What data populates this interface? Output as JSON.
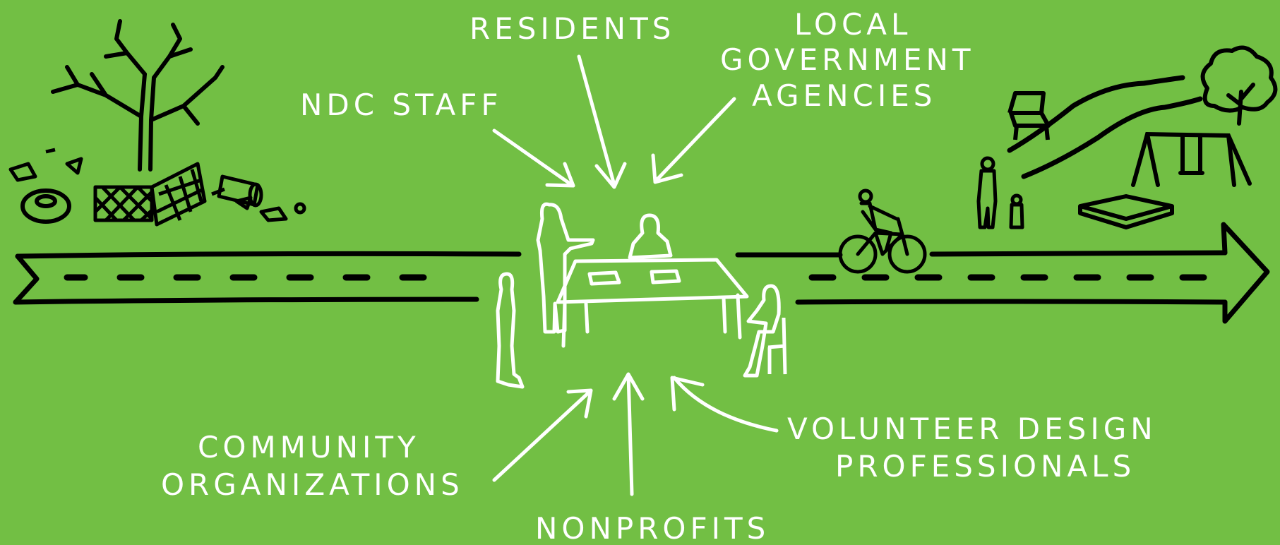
{
  "colors": {
    "background": "#72bf44",
    "ink": "#000000",
    "chalk": "#ffffff"
  },
  "labels": {
    "residents": "RESIDENTS",
    "local_government": [
      "LOCAL",
      "GOVERNMENT",
      "AGENCIES"
    ],
    "ndc_staff": "NDC STAFF",
    "community_organizations": [
      "COMMUNITY",
      "ORGANIZATIONS"
    ],
    "nonprofits": "NONPROFITS",
    "volunteer_design": [
      "VOLUNTEER DESIGN",
      "PROFESSIONALS"
    ]
  },
  "icons": {
    "left_scene": [
      "bare-tree-icon",
      "trash-icon",
      "broken-fence-icon",
      "tire-icon"
    ],
    "center_scene": [
      "meeting-table-icon",
      "person-icon"
    ],
    "right_scene": [
      "tree-icon",
      "bench-icon",
      "swing-set-icon",
      "sandbox-icon",
      "cyclist-icon",
      "family-icon",
      "path-icon"
    ],
    "timeline": "arrow-icon"
  }
}
